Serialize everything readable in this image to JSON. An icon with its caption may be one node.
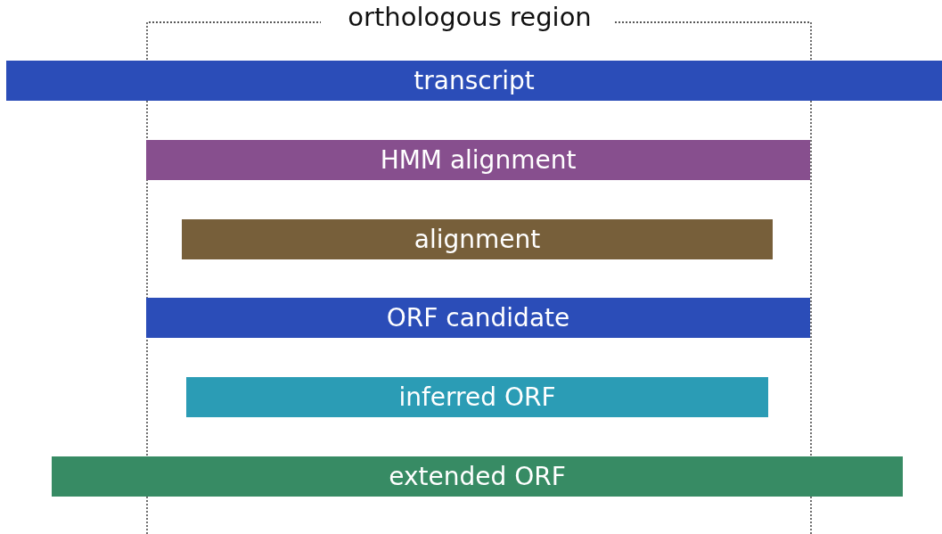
{
  "diagram": {
    "nodes": [
      {
        "text": [
          "transcript"
        ]
      },
      {
        "text": [
          "HMM alignment"
        ]
      },
      {
        "text": [
          "alignment"
        ]
      },
      {
        "text": [
          "ORF candidate"
        ]
      },
      {
        "text": [
          "inferred ORF"
        ]
      },
      {
        "text": [
          "extended ORF"
        ]
      }
    ],
    "labels": [
      "orthologous region"
    ]
  }
}
